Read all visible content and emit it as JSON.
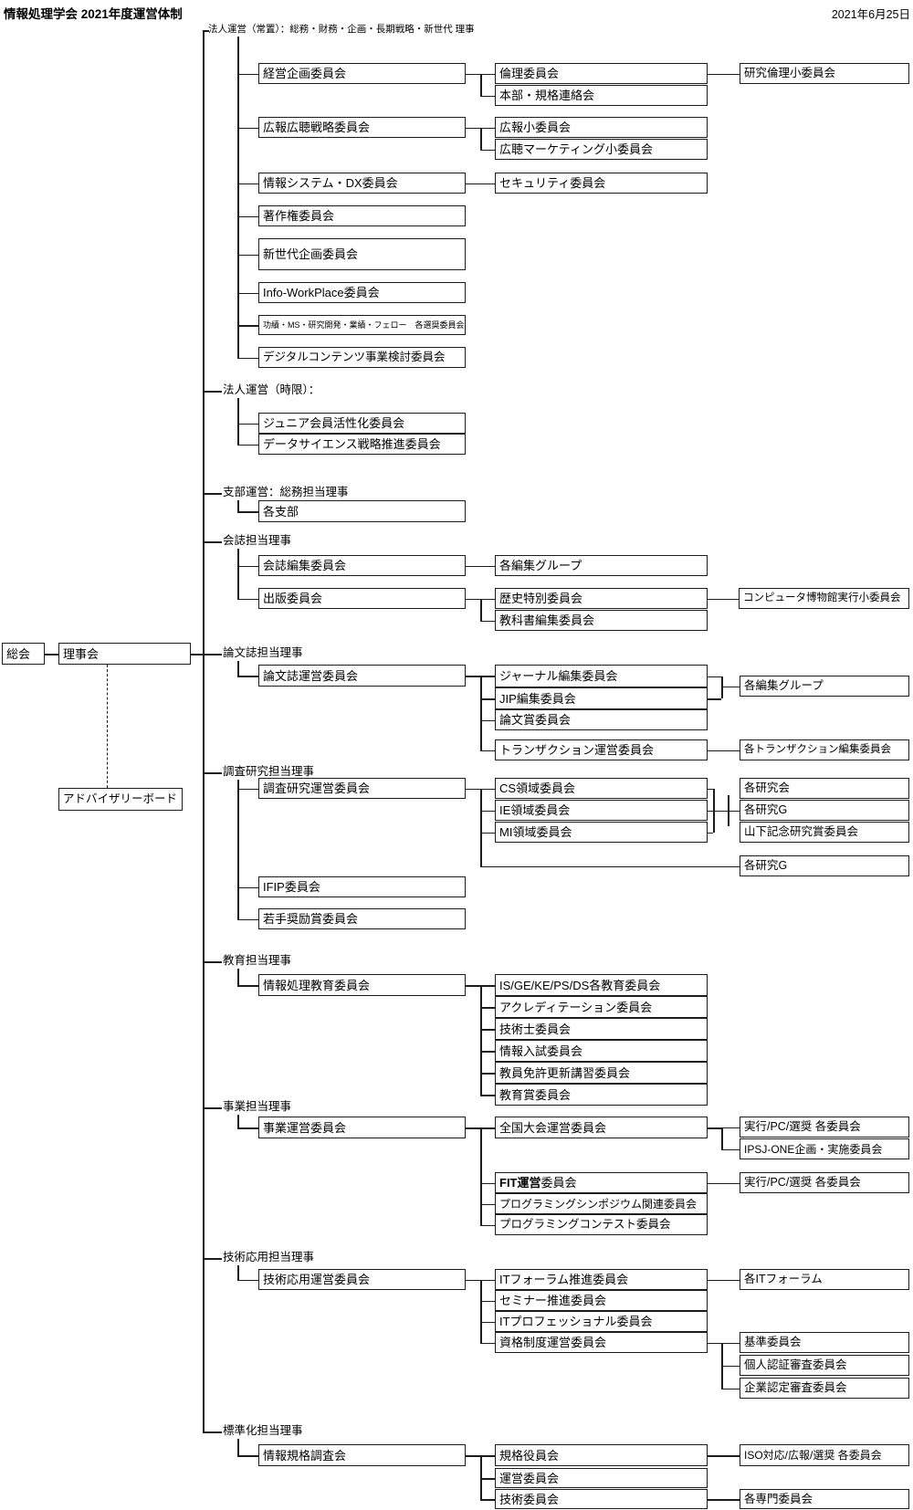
{
  "header": {
    "title": "情報処理学会 2021年度運営体制",
    "date": "2021年6月25日"
  },
  "diagram": {
    "labels": [
      {
        "id": "s1",
        "text": "法人運営（常置）：総務・財務・企画・長期戦略・新世代 理事"
      },
      {
        "id": "s2",
        "text": "法人運営（時限）："
      },
      {
        "id": "s3",
        "text": "支部運営：総務担当理事"
      },
      {
        "id": "s4",
        "text": "会誌担当理事"
      },
      {
        "id": "s5",
        "text": "論文誌担当理事"
      },
      {
        "id": "s6",
        "text": "調査研究担当理事"
      },
      {
        "id": "s7",
        "text": "教育担当理事"
      },
      {
        "id": "s8",
        "text": "事業担当理事"
      },
      {
        "id": "s9",
        "text": "技術応用担当理事"
      },
      {
        "id": "s10",
        "text": "標準化担当理事"
      }
    ],
    "boxes": [
      {
        "id": "sokai",
        "label": "総会"
      },
      {
        "id": "rijikai",
        "label": "理事会"
      },
      {
        "id": "advisory",
        "label": "アドバイザリーボード"
      },
      {
        "id": "keiei",
        "label": "経営企画委員会"
      },
      {
        "id": "rinri",
        "label": "倫理委員会"
      },
      {
        "id": "kenkyurinri",
        "label": "研究倫理小委員会"
      },
      {
        "id": "honbu",
        "label": "本部・規格連絡会"
      },
      {
        "id": "kohokocho",
        "label": "広報広聴戦略委員会"
      },
      {
        "id": "kohosho",
        "label": "広報小委員会"
      },
      {
        "id": "kochom",
        "label": "広聴マーケティング小委員会"
      },
      {
        "id": "johodx",
        "label": "情報システム・DX委員会"
      },
      {
        "id": "security",
        "label": "セキュリティ委員会"
      },
      {
        "id": "chosaku",
        "label": "著作権委員会"
      },
      {
        "id": "shinsedai",
        "label": "新世代企画委員会"
      },
      {
        "id": "infowp",
        "label": "Info-WorkPlace委員会"
      },
      {
        "id": "kouseki",
        "label": "功績・MS・研究開発・業績・フェロー　各選奨委員会"
      },
      {
        "id": "digital",
        "label": "デジタルコンテンツ事業検討委員会"
      },
      {
        "id": "junior",
        "label": "ジュニア会員活性化委員会"
      },
      {
        "id": "datascience",
        "label": "データサイエンス戦略推進委員会"
      },
      {
        "id": "kakushibu",
        "label": "各支部"
      },
      {
        "id": "kaishihenshu",
        "label": "会誌編集委員会"
      },
      {
        "id": "kakuhenshu1",
        "label": "各編集グループ"
      },
      {
        "id": "shuppan",
        "label": "出版委員会"
      },
      {
        "id": "rekishi",
        "label": "歴史特別委員会"
      },
      {
        "id": "museum",
        "label": "コンピュータ博物館実行小委員会"
      },
      {
        "id": "kyokasho",
        "label": "教科書編集委員会"
      },
      {
        "id": "ronbunshiunei",
        "label": "論文誌運営委員会"
      },
      {
        "id": "journal",
        "label": "ジャーナル編集委員会"
      },
      {
        "id": "jip",
        "label": "JIP編集委員会"
      },
      {
        "id": "ronbunsho",
        "label": "論文賞委員会"
      },
      {
        "id": "kakuhenshu2",
        "label": "各編集グループ"
      },
      {
        "id": "transaction",
        "label": "トランザクション運営委員会"
      },
      {
        "id": "kakutransaction",
        "label": "各トランザクション編集委員会"
      },
      {
        "id": "chosaunei",
        "label": "調査研究運営委員会"
      },
      {
        "id": "cs",
        "label": "CS領域委員会"
      },
      {
        "id": "ie",
        "label": "IE領域委員会"
      },
      {
        "id": "mi",
        "label": "MI領域委員会"
      },
      {
        "id": "kakukenkyukai",
        "label": "各研究会"
      },
      {
        "id": "kakukenkyug1",
        "label": "各研究G"
      },
      {
        "id": "yamashita",
        "label": "山下記念研究賞委員会"
      },
      {
        "id": "kakukenkyug2",
        "label": "各研究G"
      },
      {
        "id": "ifip",
        "label": "IFIP委員会"
      },
      {
        "id": "wakate",
        "label": "若手奨励賞委員会"
      },
      {
        "id": "kyoiku",
        "label": "情報処理教育委員会"
      },
      {
        "id": "isge",
        "label": "IS/GE/KE/PS/DS各教育委員会"
      },
      {
        "id": "akure",
        "label": "アクレディテーション委員会"
      },
      {
        "id": "gijutsushi",
        "label": "技術士委員会"
      },
      {
        "id": "johonyushi",
        "label": "情報入試委員会"
      },
      {
        "id": "kyoinmenkyo",
        "label": "教員免許更新講習委員会"
      },
      {
        "id": "kyoikusho",
        "label": "教育賞委員会"
      },
      {
        "id": "jigyounei",
        "label": "事業運営委員会"
      },
      {
        "id": "zenkoku",
        "label": "全国大会運営委員会"
      },
      {
        "id": "jikko1",
        "label": "実行/PC/選奨 各委員会"
      },
      {
        "id": "ipsjone",
        "label": "IPSJ-ONE企画・実施委員会"
      },
      {
        "id": "fit",
        "label": "FIT運営委員会",
        "bold_prefix": "FIT運営"
      },
      {
        "id": "jikko2",
        "label": "実行/PC/選奨 各委員会"
      },
      {
        "id": "sympo",
        "label": "プログラミングシンポジウム関連委員会"
      },
      {
        "id": "contest",
        "label": "プログラミングコンテスト委員会"
      },
      {
        "id": "gijutsuoyounei",
        "label": "技術応用運営委員会"
      },
      {
        "id": "itforum",
        "label": "ITフォーラム推進委員会"
      },
      {
        "id": "kakuitforum",
        "label": "各ITフォーラム"
      },
      {
        "id": "seminar",
        "label": "セミナー推進委員会"
      },
      {
        "id": "itpro",
        "label": "ITプロフェッショナル委員会"
      },
      {
        "id": "shikaku",
        "label": "資格制度運営委員会"
      },
      {
        "id": "kijun",
        "label": "基準委員会"
      },
      {
        "id": "kojin",
        "label": "個人認証審査委員会"
      },
      {
        "id": "kigyo",
        "label": "企業認定審査委員会"
      },
      {
        "id": "johokikaku",
        "label": "情報規格調査会"
      },
      {
        "id": "kikakuyakuin",
        "label": "規格役員会"
      },
      {
        "id": "iso",
        "label": "ISO対応/広報/選奨 各委員会"
      },
      {
        "id": "uneiiinkai",
        "label": "運営委員会"
      },
      {
        "id": "gijutsuiinkai",
        "label": "技術委員会"
      },
      {
        "id": "kakusenmon",
        "label": "各専門委員会"
      }
    ]
  }
}
